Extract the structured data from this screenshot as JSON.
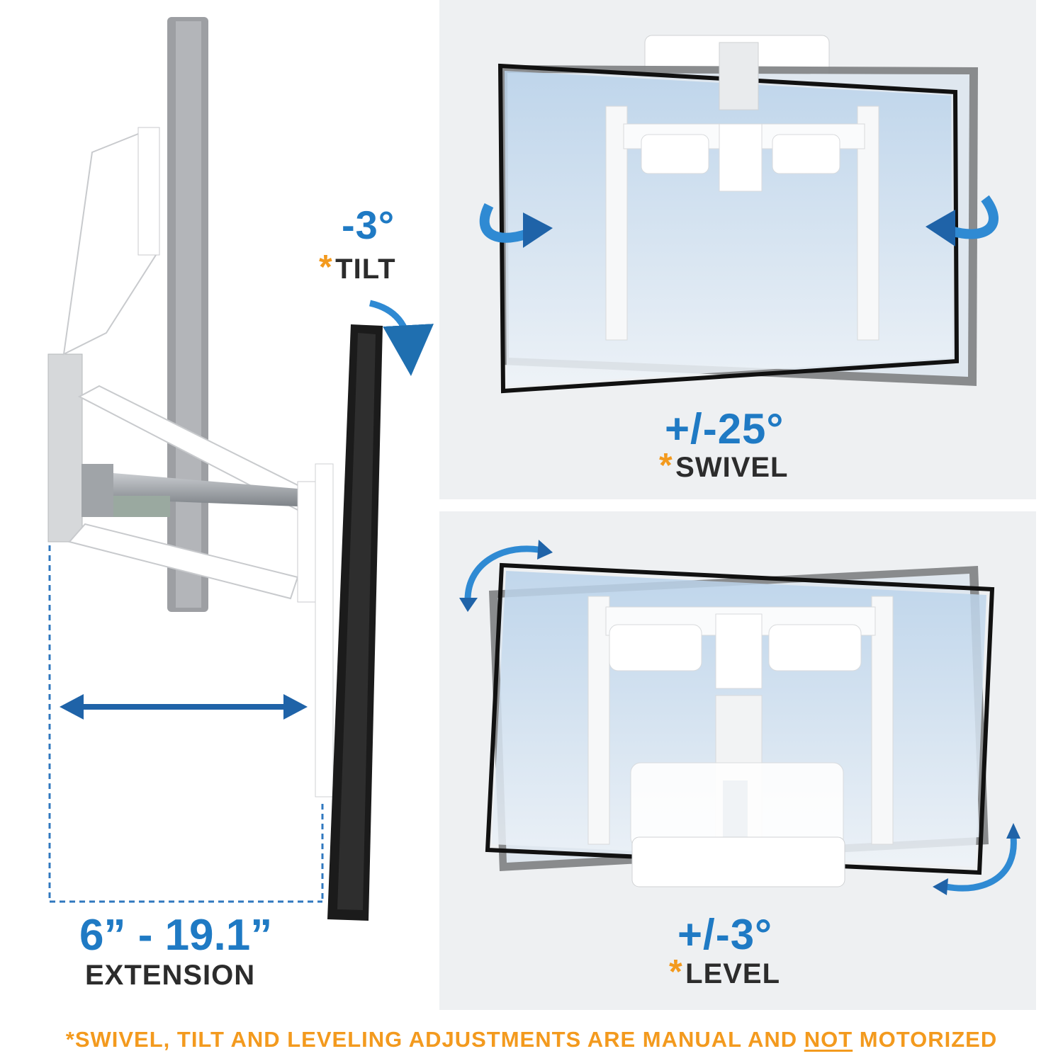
{
  "extension": {
    "range": "6” - 19.1”",
    "caption": "EXTENSION"
  },
  "tilt": {
    "angle": "-3°",
    "asterisk": "*",
    "caption": "TILT"
  },
  "swivel": {
    "angle": "+/-25°",
    "asterisk": "*",
    "caption": "SWIVEL"
  },
  "level": {
    "angle": "+/-3°",
    "asterisk": "*",
    "caption": "LEVEL"
  },
  "footer": {
    "before": "*SWIVEL, TILT AND LEVELING ADJUSTMENTS ARE MANUAL AND ",
    "emphasis": "NOT",
    "after": " MOTORIZED"
  },
  "colors": {
    "accent_blue": "#1f7ac4",
    "asterisk_orange": "#f39a1e",
    "text_dark": "#2c2c2c",
    "panel_bg": "#eef0f2"
  }
}
